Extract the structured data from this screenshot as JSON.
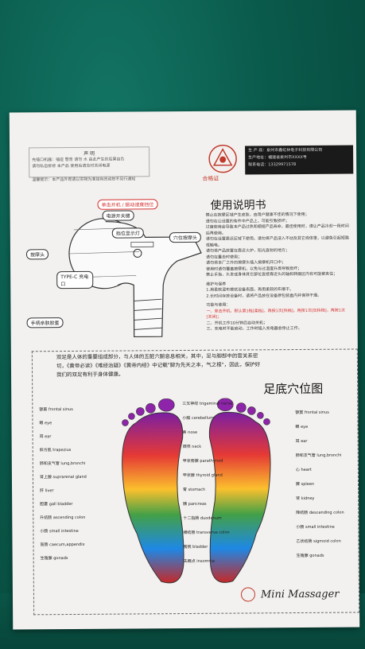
{
  "warning_box": {
    "title": "声 明",
    "lines": [
      "充插口机器：插座 警告 请勿 水 由此产生的后果自负",
      "请勿私自拆修 本产品 使用后请及时关闭电源"
    ],
    "note": "温馨提示：本产品外观请以实物为准如有改动恕不另行通知"
  },
  "stamp": {
    "label": "合格证"
  },
  "maker_box": {
    "line1": "生 产 商：泉州市鑫虹林电子科技有限公司",
    "line2": "生产地址：福建省泉州市XXXX号",
    "line3": "联系电话：13329971578"
  },
  "diagram": {
    "top_label": "单击开机 / 振动速度挡位",
    "power_label": "电源开关键",
    "led_label": "挡位显示灯",
    "head_label": "按摩头",
    "hole_label": "穴位按摩头",
    "port_label": "TYPE-C 充电口",
    "grip_label": "手柄亲肤胶套"
  },
  "manual": {
    "title": "使用说明书",
    "paragraphs": [
      "禁止在按摩区域产生皮肤，由用户健康不佳的情况下使用；",
      "请勿在公设置的条件中产品上，可能引致损坏；",
      "过度使用会导致本产品过热和缩短产品寿命，最佳使用时，请让产品冷却一段时间后再使用。",
      "请勿在设置靠近区域下使用。请勿将产品浸入不动及其它液体里，以避免引起短路或触电。",
      "请勿将产品放置在靠近火炉，阳光直射的地方；",
      "请勿在重击时使用；",
      "请勿将本厂之外的按摩头插入按摩机开口中；",
      "使用时请勿覆盖按摩机，以免与过温度升高导致损坏；",
      "禁止手指，头发或身体其它部位直接靠近头的轴和转面区内有可能被夹住；"
    ],
    "maintenance_title": "维护与保养",
    "maintenance": [
      "1.用柔软湿布擦拭设备表面，再用柔软的布擦干。",
      "2.长时间存放设备时，请将产品放在设备原包装盒内并保持干燥。"
    ],
    "function_title": "功能与使用：",
    "function_step1": "一、单击开机，默认第1档[柔档]，再按1次[快档]，再按1次[加快档]，再按1次[关闭]；",
    "function_step2": "二、开机工作10分钟后自动关机；",
    "function_step3": "三、充电时不能启动，工作时插入充电器会停止工作。"
  },
  "chart": {
    "intro": "双足是人体的重要组成部分，与人体的五脏六腑息息相关，其中，足与脚部中的官关系密切，《黄帝必读》《难经治疑》《黄帝内经》中记载\"脚为先天之本，气之根\"，因此，保护好我们的双足有利于身体健康。",
    "title": "足底穴位图",
    "left_labels": [
      "额窦 frontal sinus",
      "眼 eye",
      "耳 ear",
      "斜方肌 trapezius",
      "肺和支气管 lung,bronchi",
      "肾上腺 suprarenal gland",
      "肝 liver",
      "胆囊 gall bladder",
      "升结肠 ascending colon",
      "小肠 small intestine",
      "盲肠 caecum,appendix",
      "生殖腺 gonads"
    ],
    "center_labels": [
      "三叉神经 trigeminal nerve",
      "小脑 cerebellum",
      "鼻 nose",
      "颈项 neck",
      "甲状旁腺 parathyroid",
      "甲状腺 thyroid gland",
      "胃 stomach",
      "胰 pancreas",
      "十二指肠 duodenum",
      "横结肠 transverse colon",
      "膀胱 bladder",
      "失眠点 insomnia"
    ],
    "right_labels": [
      "额窦 frontal sinus",
      "眼 eye",
      "耳 ear",
      "肺和支气管 lung,bronchi",
      "心 heart",
      "脾 spleen",
      "肾 kidney",
      "降结肠 descending colon",
      "小肠 small intestine",
      "乙状结肠 sigmoid colon",
      "生殖腺 gonads"
    ]
  },
  "brand": {
    "name": "Mini Massager"
  }
}
